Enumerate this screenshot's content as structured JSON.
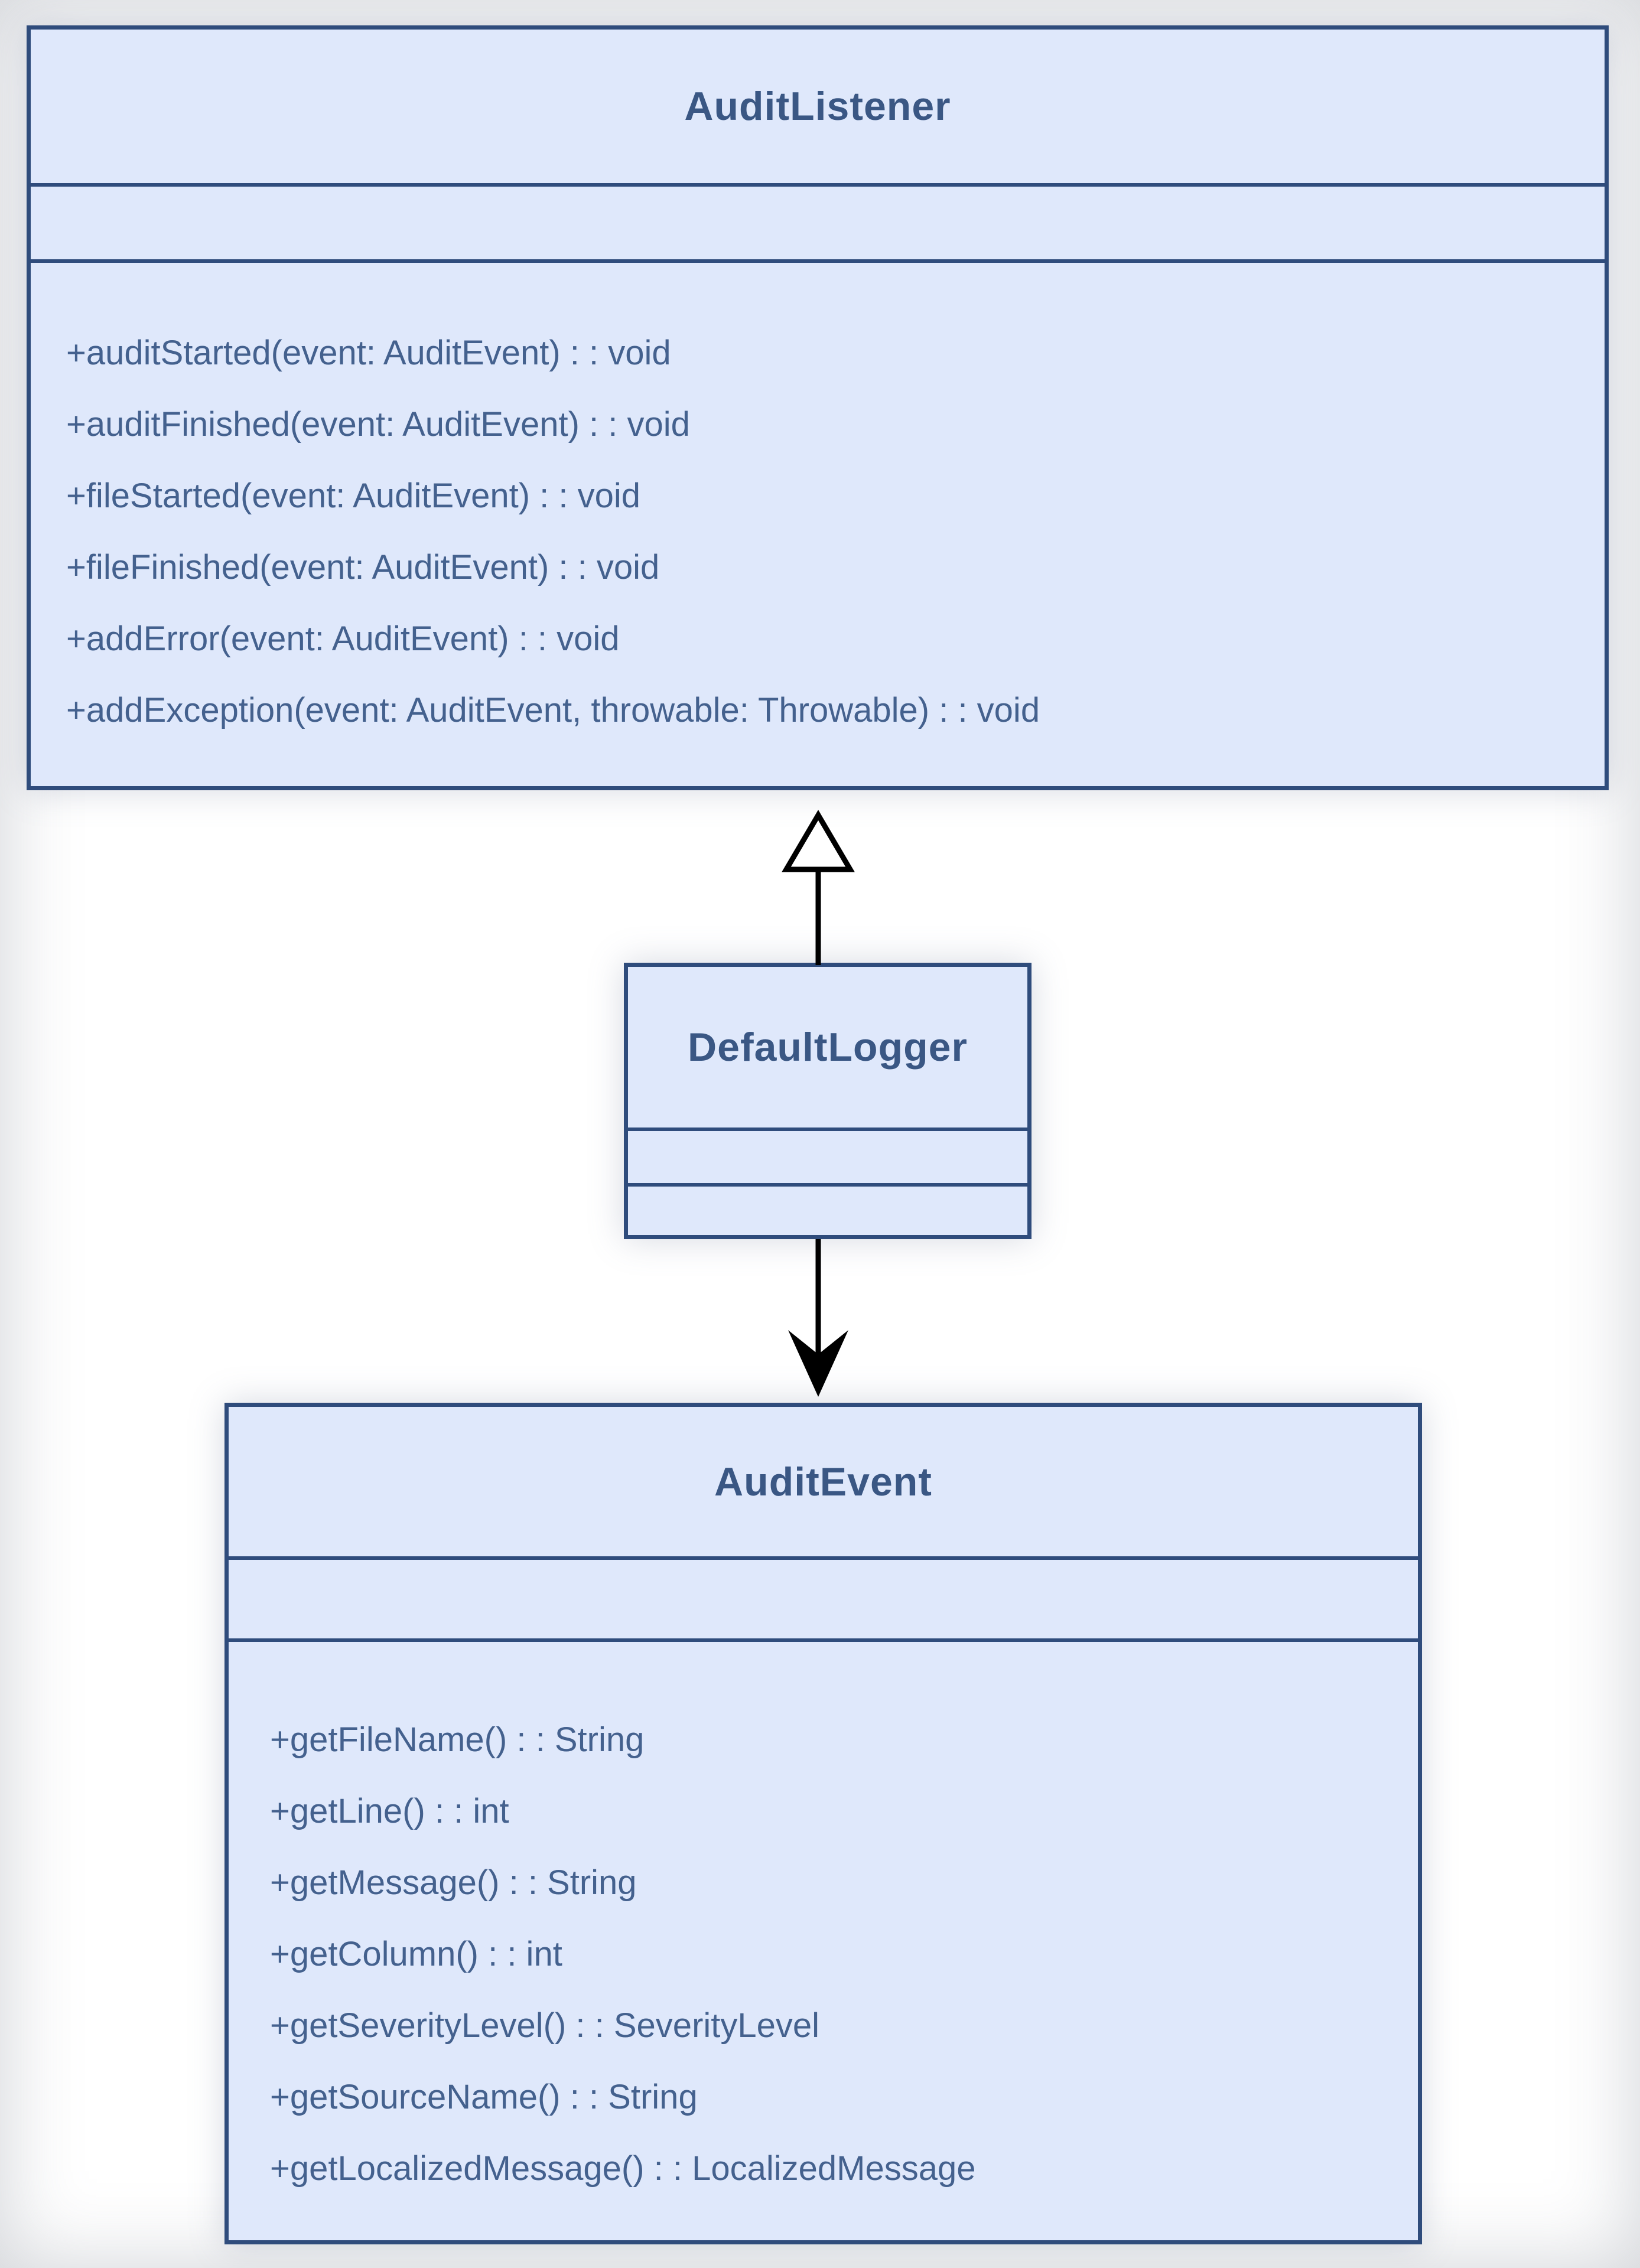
{
  "diagram": {
    "type": "uml-class-diagram",
    "colors": {
      "box_fill": "#dfe8fb",
      "box_border": "#2f4c7c",
      "title_text": "#3a5784",
      "method_text": "#44618e",
      "arrow": "#000000"
    },
    "classes": {
      "audit_listener": {
        "name": "AuditListener",
        "attributes": [],
        "methods": [
          "+auditStarted(event: AuditEvent) : : void",
          "+auditFinished(event: AuditEvent) : : void",
          "+fileStarted(event: AuditEvent) : : void",
          "+fileFinished(event: AuditEvent) : : void",
          "+addError(event: AuditEvent) : : void",
          "+addException(event: AuditEvent, throwable: Throwable) : : void"
        ]
      },
      "default_logger": {
        "name": "DefaultLogger",
        "attributes": [],
        "methods": []
      },
      "audit_event": {
        "name": "AuditEvent",
        "attributes": [],
        "methods": [
          "+getFileName() : : String",
          "+getLine() : : int",
          "+getMessage() : : String",
          "+getColumn() : : int",
          "+getSeverityLevel() : : SeverityLevel",
          "+getSourceName() : : String",
          "+getLocalizedMessage() : : LocalizedMessage"
        ]
      }
    },
    "relationships": [
      {
        "from": "DefaultLogger",
        "to": "AuditListener",
        "type": "realization",
        "arrowhead": "hollow-triangle"
      },
      {
        "from": "DefaultLogger",
        "to": "AuditEvent",
        "type": "directed-association",
        "arrowhead": "filled-stealth"
      }
    ]
  }
}
